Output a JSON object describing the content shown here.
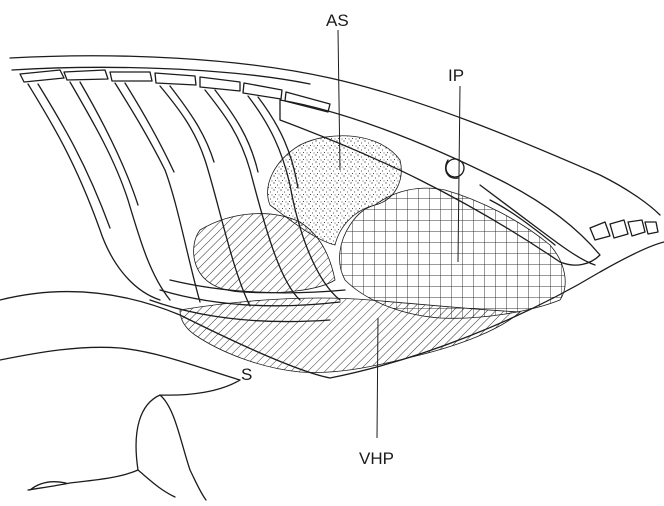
{
  "labels": {
    "as": "AS",
    "ip": "IP",
    "s": "S",
    "vhp": "VHP"
  },
  "colors": {
    "ink": "#1c1c1c",
    "background": "#ffffff"
  }
}
